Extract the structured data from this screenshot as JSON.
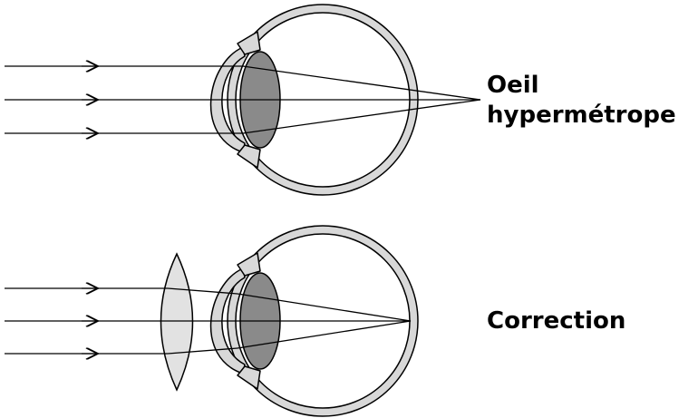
{
  "labels": {
    "hyperopic_line1": "Oeil",
    "hyperopic_line2": "hypermétrope",
    "correction": "Correction"
  },
  "colors": {
    "stroke": "#000000",
    "sclera": "#d8d8d8",
    "crystalline_lens": "#8a8a8a",
    "corrective_lens": "#e2e2e2",
    "eye_interior": "#ffffff",
    "background": "#ffffff"
  },
  "diagrams": [
    {
      "id": "hyperopic-eye",
      "corrective_lens": false,
      "rays_focus": "behind-retina"
    },
    {
      "id": "corrected-eye",
      "corrective_lens": true,
      "rays_focus": "on-retina"
    }
  ]
}
